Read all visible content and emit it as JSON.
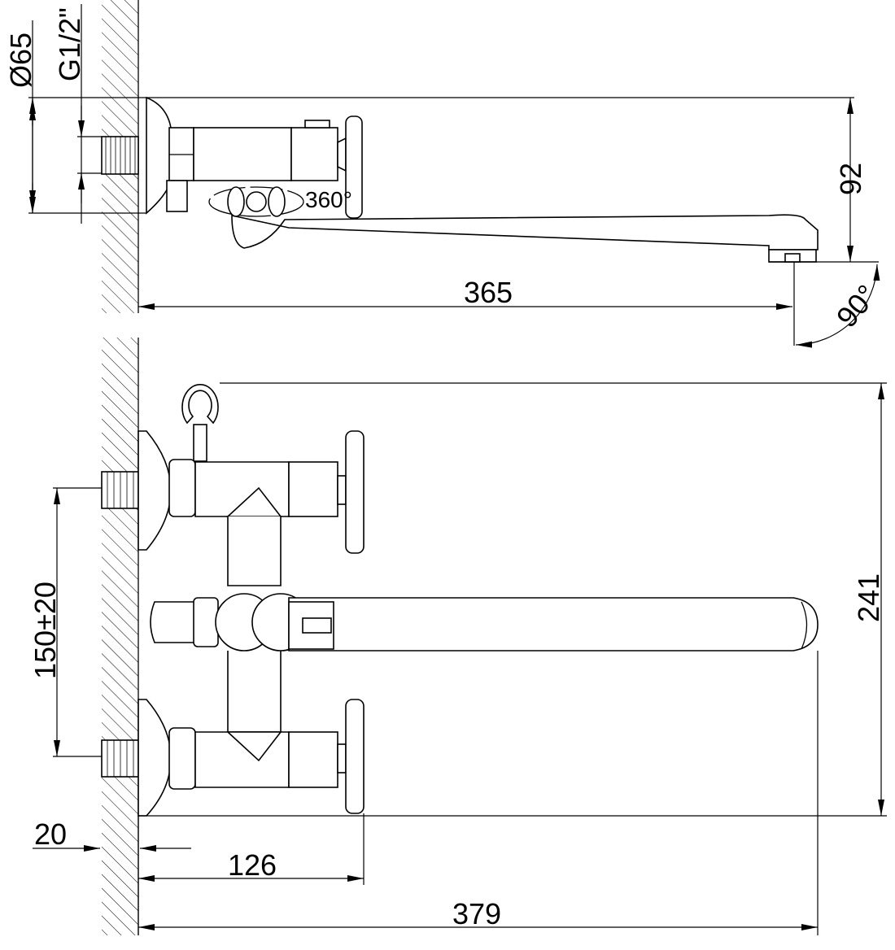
{
  "title": "Wall-mounted bath mixer dimension drawing",
  "side_view": {
    "escutcheon_diameter": "Ø65",
    "thread": "G1/2\"",
    "height_label": "92",
    "rotation_label": "360°",
    "spout_reach": "365",
    "angle_label": "90°"
  },
  "front_view": {
    "center_distance": "150±20",
    "overall_height": "241",
    "wall_offset": "20",
    "handle_depth": "126",
    "overall_length": "379"
  }
}
